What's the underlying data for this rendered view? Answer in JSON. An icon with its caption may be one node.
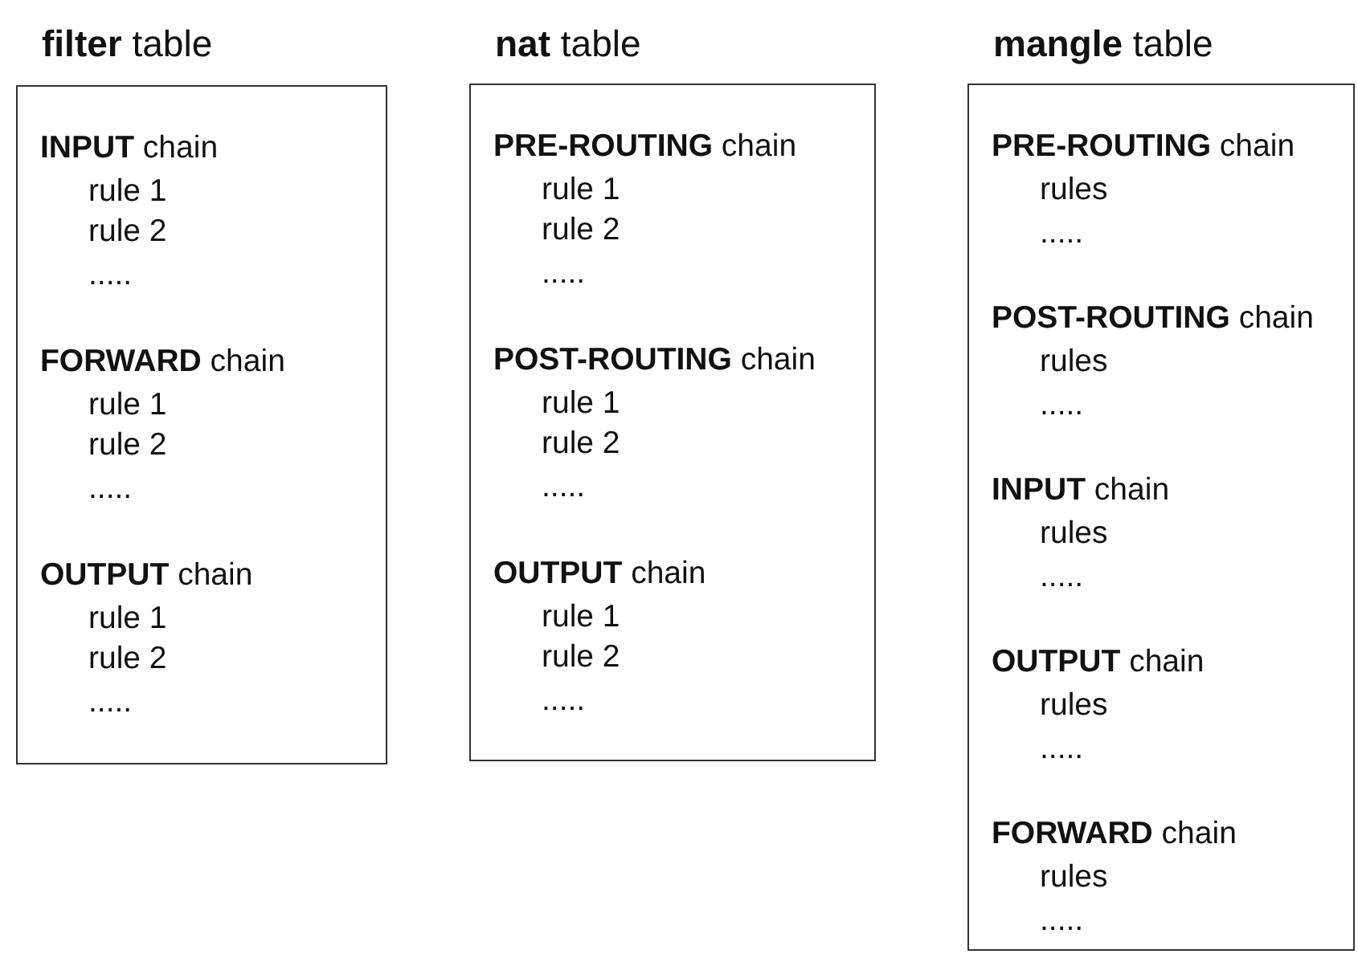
{
  "diagram": {
    "nodes": [
      {
        "text": [
          "**filter** table",
          "**INPUT** chain",
          "rule 1",
          "rule 2",
          ".....",
          "**FORWARD** chain",
          "rule 1",
          "rule 2",
          ".....",
          "**OUTPUT** chain",
          "rule 1",
          "rule 2",
          "....."
        ]
      },
      {
        "text": [
          "**nat** table",
          "**PRE-ROUTING** chain",
          "rule 1",
          "rule 2",
          ".....",
          "**POST-ROUTING** chain",
          "rule 1",
          "rule 2",
          ".....",
          "**OUTPUT** chain",
          "rule 1",
          "rule 2",
          "....."
        ]
      },
      {
        "text": [
          "**mangle** table",
          "**PRE-ROUTING** chain",
          "rules",
          ".....",
          "**POST-ROUTING** chain",
          "rules",
          ".....",
          "**INPUT** chain",
          "rules",
          ".....",
          "**OUTPUT** chain",
          "rules",
          ".....",
          "**FORWARD** chain",
          "rules",
          "....."
        ]
      }
    ]
  }
}
